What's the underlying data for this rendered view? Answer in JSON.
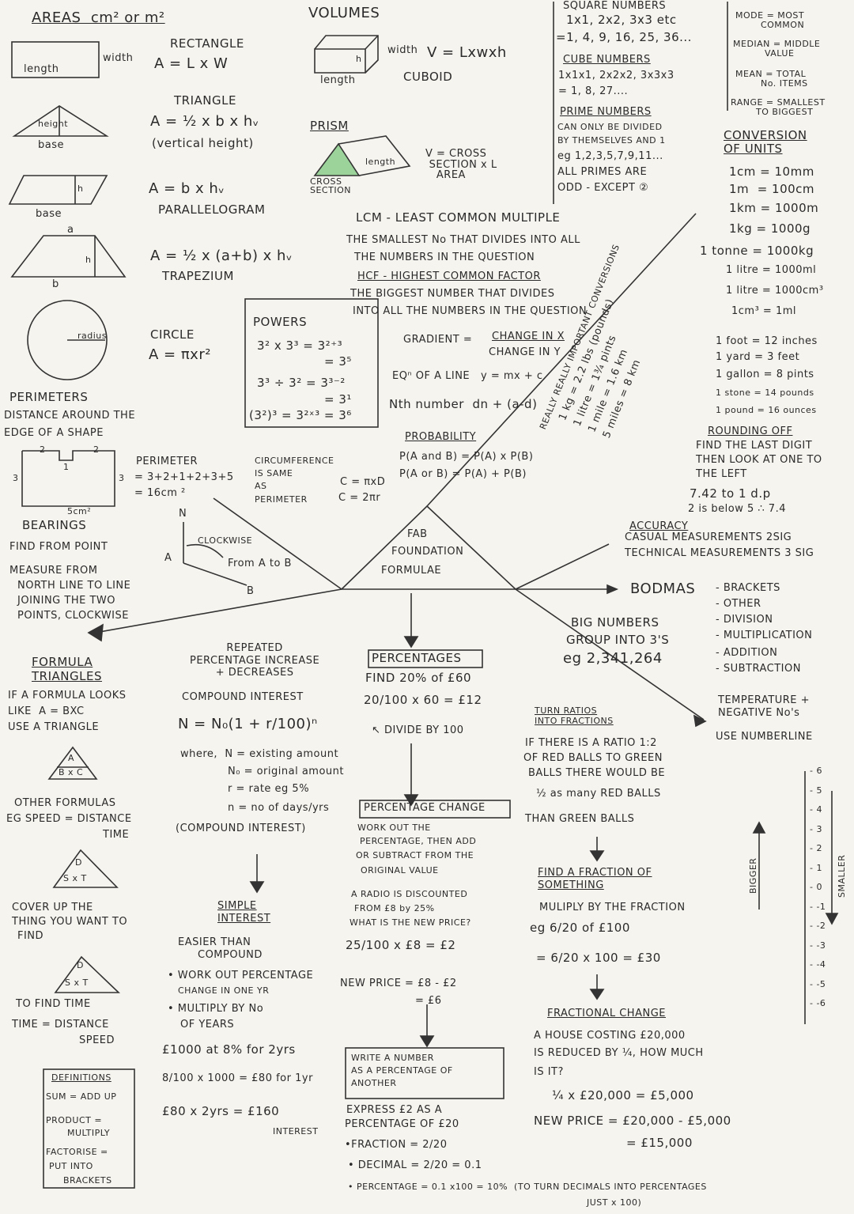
{
  "areas": {
    "title": "AREAS  cm² or m²",
    "rect_label": "RECTANGLE",
    "rect_formula": "A = L x W",
    "length": "length",
    "width": "width",
    "tri_label": "TRIANGLE",
    "tri_formula": "A = ½ x b x hᵥ",
    "tri_note": "(vertical height)",
    "height": "height",
    "base": "base",
    "para_formula": "A = b x hᵥ",
    "para_label": "PARALLELOGRAM",
    "h": "h",
    "trap_formula": "A = ½ x (a+b) x hᵥ",
    "trap_label": "TRAPEZIUM",
    "a": "a",
    "b": "b",
    "circle_label": "CIRCLE",
    "circle_formula": "A = πxr²",
    "radius": "radius"
  },
  "volumes": {
    "title": "VOLUMES",
    "h": "h",
    "width": "width",
    "length": "length",
    "cuboid_formula": "V = Lxwxh",
    "cuboid_label": "CUBOID",
    "prism_label": "PRISM",
    "prism_length": "length",
    "cross_section": "CROSS\nSECTION",
    "prism_formula": "V = CROSS\n SECTION x L\n   AREA"
  },
  "powers": {
    "title": "POWERS",
    "l1": "3² x 3³ = 3²⁺³",
    "l2": "= 3⁵",
    "l3": "3³ ÷ 3² = 3³⁻²",
    "l4": "= 3¹",
    "l5": "(3²)³ = 3²ˣ³ = 3⁶"
  },
  "numbers": {
    "square_title": "SQUARE NUMBERS",
    "square_l1": "1x1, 2x2, 3x3 etc",
    "square_l2": "=1, 4, 9, 16, 25, 36...",
    "cube_title": "CUBE NUMBERS",
    "cube_l1": "1x1x1, 2x2x2, 3x3x3",
    "cube_l2": "= 1, 8, 27....",
    "prime_title": "PRIME NUMBERS",
    "prime_l1": "CAN ONLY BE DIVIDED",
    "prime_l2": "BY THEMSELVES AND 1",
    "prime_l3": "eg 1,2,3,5,7,9,11...",
    "prime_l4": "ALL PRIMES ARE",
    "prime_l5": "ODD - EXCEPT ②"
  },
  "stats": {
    "mode": "MODE = MOST\n        COMMON",
    "median": "MEDIAN = MIDDLE\n          VALUE",
    "mean": "MEAN = TOTAL\n        No. ITEMS",
    "range": "RANGE = SMALLEST\n        TO BIGGEST"
  },
  "conversion": {
    "title": "CONVERSION\nOF UNITS",
    "l1": "1cm = 10mm",
    "l2": "1m  = 100cm",
    "l3": "1km = 1000m",
    "l4": "1kg = 1000g",
    "l5": "1 tonne = 1000kg",
    "l6": "1 litre = 1000ml",
    "l7": "1 litre = 1000cm³",
    "l8": "1cm³ = 1ml",
    "l9": "1 foot = 12 inches",
    "l10": "1 yard = 3 feet",
    "l11": "1 gallon = 8 pints",
    "l12": "1 stone = 14 pounds",
    "l13": "1 pound = 16 ounces"
  },
  "important": {
    "title": "REALLY REALLY IMPORTANT CONVERSIONS",
    "l1": "1 kg = 2.2 lbs (pounds)",
    "l2": "1 litre = 1¾ pints",
    "l3": "1 mile = 1.6 km",
    "l4": "5 miles = 8 km"
  },
  "lcm": {
    "title": "LCM - LEAST COMMON MULTIPLE",
    "l1": "THE SMALLEST No THAT DIVIDES INTO ALL",
    "l2": "THE NUMBERS IN THE QUESTION",
    "hcf": "HCF - HIGHEST COMMON FACTOR",
    "h1": "THE BIGGEST NUMBER THAT DIVIDES",
    "h2": "INTO ALL THE NUMBERS IN THE QUESTION"
  },
  "gradient": {
    "label": "GRADIENT =",
    "top": "CHANGE IN X",
    "bottom": "CHANGE IN Y",
    "eqn": "EQⁿ OF A LINE   y = mx + c",
    "nth": "Nth number  dn + (a-d)"
  },
  "probability": {
    "title": "PROBABILITY",
    "and": "P(A and B) = P(A) x P(B)",
    "or": "P(A or B) = P(A) + P(B)"
  },
  "perimeters": {
    "title": "PERIMETERS",
    "l1": "DISTANCE AROUND THE",
    "l2": "EDGE OF A SHAPE",
    "n2a": "2",
    "n2b": "2",
    "n1": "1",
    "n3a": "3",
    "n3b": "3",
    "n5": "5cm²",
    "calc_title": "PERIMETER",
    "calc_l1": "= 3+2+1+2+3+5",
    "calc_l2": "= 16cm ²"
  },
  "circumference": {
    "l1": "CIRCUMFERENCE",
    "l2": "IS SAME",
    "l3": "AS",
    "l4": "PERIMETER",
    "f1": "C = πxD",
    "f2": "C = 2πr"
  },
  "bearings": {
    "title": "BEARINGS",
    "l1": "FIND FROM POINT",
    "l2": "MEASURE FROM",
    "l3": "NORTH LINE TO LINE",
    "l4": "JOINING THE TWO",
    "l5": "POINTS, CLOCKWISE",
    "n": "N",
    "clockwise": "CLOCKWISE",
    "a": "A",
    "b": "B",
    "from": "From A to B"
  },
  "center": {
    "l1": "FAB",
    "l2": "FOUNDATION",
    "l3": "FORMULAE"
  },
  "rounding": {
    "title": "ROUNDING OFF",
    "l1": "FIND THE LAST DIGIT",
    "l2": "THEN LOOK AT ONE TO",
    "l3": "THE LEFT",
    "l4": "7.42 to 1 d.p",
    "l5": "2 is below 5 ∴ 7.4"
  },
  "accuracy": {
    "title": "ACCURACY",
    "l1": "CASUAL MEASUREMENTS 2SIG",
    "l2": "TECHNICAL MEASUREMENTS 3 SIG"
  },
  "bodmas": {
    "title": "BODMAS",
    "l1": "- BRACKETS",
    "l2": "- OTHER",
    "l3": "- DIVISION",
    "l4": "- MULTIPLICATION",
    "l5": "- ADDITION",
    "l6": "- SUBTRACTION"
  },
  "big": {
    "title": "BIG NUMBERS",
    "l1": "GROUP INTO 3'S",
    "l2": "eg 2,341,264"
  },
  "formula_tri": {
    "title": "FORMULA\nTRIANGLES",
    "l1": "IF A FORMULA LOOKS",
    "l2": "LIKE  A = BXC",
    "l3": "USE A TRIANGLE",
    "t1a": "A",
    "t1b": "B x C",
    "l4": "OTHER FORMULAS",
    "l5": "EG SPEED = DISTANCE",
    "l6": "TIME",
    "t2a": "D",
    "t2b": "S x T",
    "l7": "COVER UP THE",
    "l8": "THING YOU WANT TO",
    "l9": "FIND",
    "t3a": "D",
    "t3b": "S x T",
    "l10": "TO FIND TIME",
    "l11": "TIME = DISTANCE",
    "l12": "SPEED"
  },
  "definitions": {
    "title": "DEFINITIONS",
    "l1": "SUM = ADD UP",
    "l2": "PRODUCT =",
    "l3": "MULTIPLY",
    "l4": "FACTORISE =",
    "l5": "PUT INTO",
    "l6": "BRACKETS"
  },
  "compound": {
    "title": "REPEATED\nPERCENTAGE INCREASE\n+ DECREASES",
    "l1": "COMPOUND INTEREST",
    "formula": "N = N₀(1 + r/100)ⁿ",
    "w1": "where,  N = existing amount",
    "w2": "N₀ = original amount",
    "w3": "r = rate eg 5%",
    "w4": "n = no of days/yrs",
    "w5": "(COMPOUND INTEREST)"
  },
  "simple": {
    "title": "SIMPLE\nINTEREST",
    "l1": "EASIER THAN",
    "l2": "COMPOUND",
    "l3": "• WORK OUT PERCENTAGE",
    "l4": "CHANGE IN ONE YR",
    "l5": "• MULTIPLY BY No",
    "l6": "OF YEARS",
    "l7": "£1000 at 8% for 2yrs",
    "l8": "8/100 x 1000 = £80 for 1yr",
    "l9": "£80 x 2yrs = £160",
    "l10": "INTEREST"
  },
  "percentages": {
    "title": "PERCENTAGES",
    "l1": "FIND 20% of £60",
    "l2": "20/100 x 60 = £12",
    "l3": "↖ DIVIDE BY 100"
  },
  "pchange": {
    "title": "PERCENTAGE CHANGE",
    "l1": "WORK OUT THE",
    "l2": "PERCENTAGE, THEN ADD",
    "l3": "OR SUBTRACT FROM THE",
    "l4": "ORIGINAL VALUE",
    "l5": "A RADIO IS DISCOUNTED",
    "l6": "FROM £8 by 25%",
    "l7": "WHAT IS THE NEW PRICE?",
    "l8": "25/100 x £8 = £2",
    "l9": "NEW PRICE = £8 - £2",
    "l10": "= £6"
  },
  "write": {
    "title": "WRITE A NUMBER\nAS A PERCENTAGE OF\nANOTHER",
    "l1": "EXPRESS £2 AS A",
    "l2": "PERCENTAGE OF £20",
    "l3": "•FRACTION = 2/20",
    "l4": "• DECIMAL = 2/20 = 0.1",
    "l5": "• PERCENTAGE = 0.1 x100 = 10%  (TO TURN DECIMALS INTO PERCENTAGES",
    "l6": "JUST x 100)"
  },
  "ratios": {
    "title": "TURN RATIOS\nINTO FRACTIONS",
    "l1": "IF THERE IS A RATIO 1:2",
    "l2": "OF RED BALLS TO GREEN",
    "l3": "BALLS THERE WOULD BE",
    "l4": "½ as many RED BALLS",
    "l5": "THAN GREEN BALLS"
  },
  "fraction_of": {
    "title": "FIND A FRACTION OF\nSOMETHING",
    "l1": "MULIPLY BY THE FRACTION",
    "l2": "eg 6/20 of £100",
    "l3": "= 6/20 x 100 = £30"
  },
  "fchange": {
    "title": "FRACTIONAL CHANGE",
    "l1": "A HOUSE COSTING £20,000",
    "l2": "IS REDUCED BY ¼, HOW MUCH",
    "l3": "IS IT?",
    "l4": "¼ x £20,000 = £5,000",
    "l5": "NEW PRICE = £20,000 - £5,000",
    "l6": "= £15,000"
  },
  "temperature": {
    "title": "TEMPERATURE +\nNEGATIVE No's",
    "l1": "USE NUMBERLINE",
    "bigger": "BIGGER",
    "smaller": "SMALLER",
    "ticks": [
      "6",
      "5",
      "4",
      "3",
      "2",
      "1",
      "0",
      "-1",
      "-2",
      "-3",
      "-4",
      "-5",
      "-6"
    ]
  }
}
